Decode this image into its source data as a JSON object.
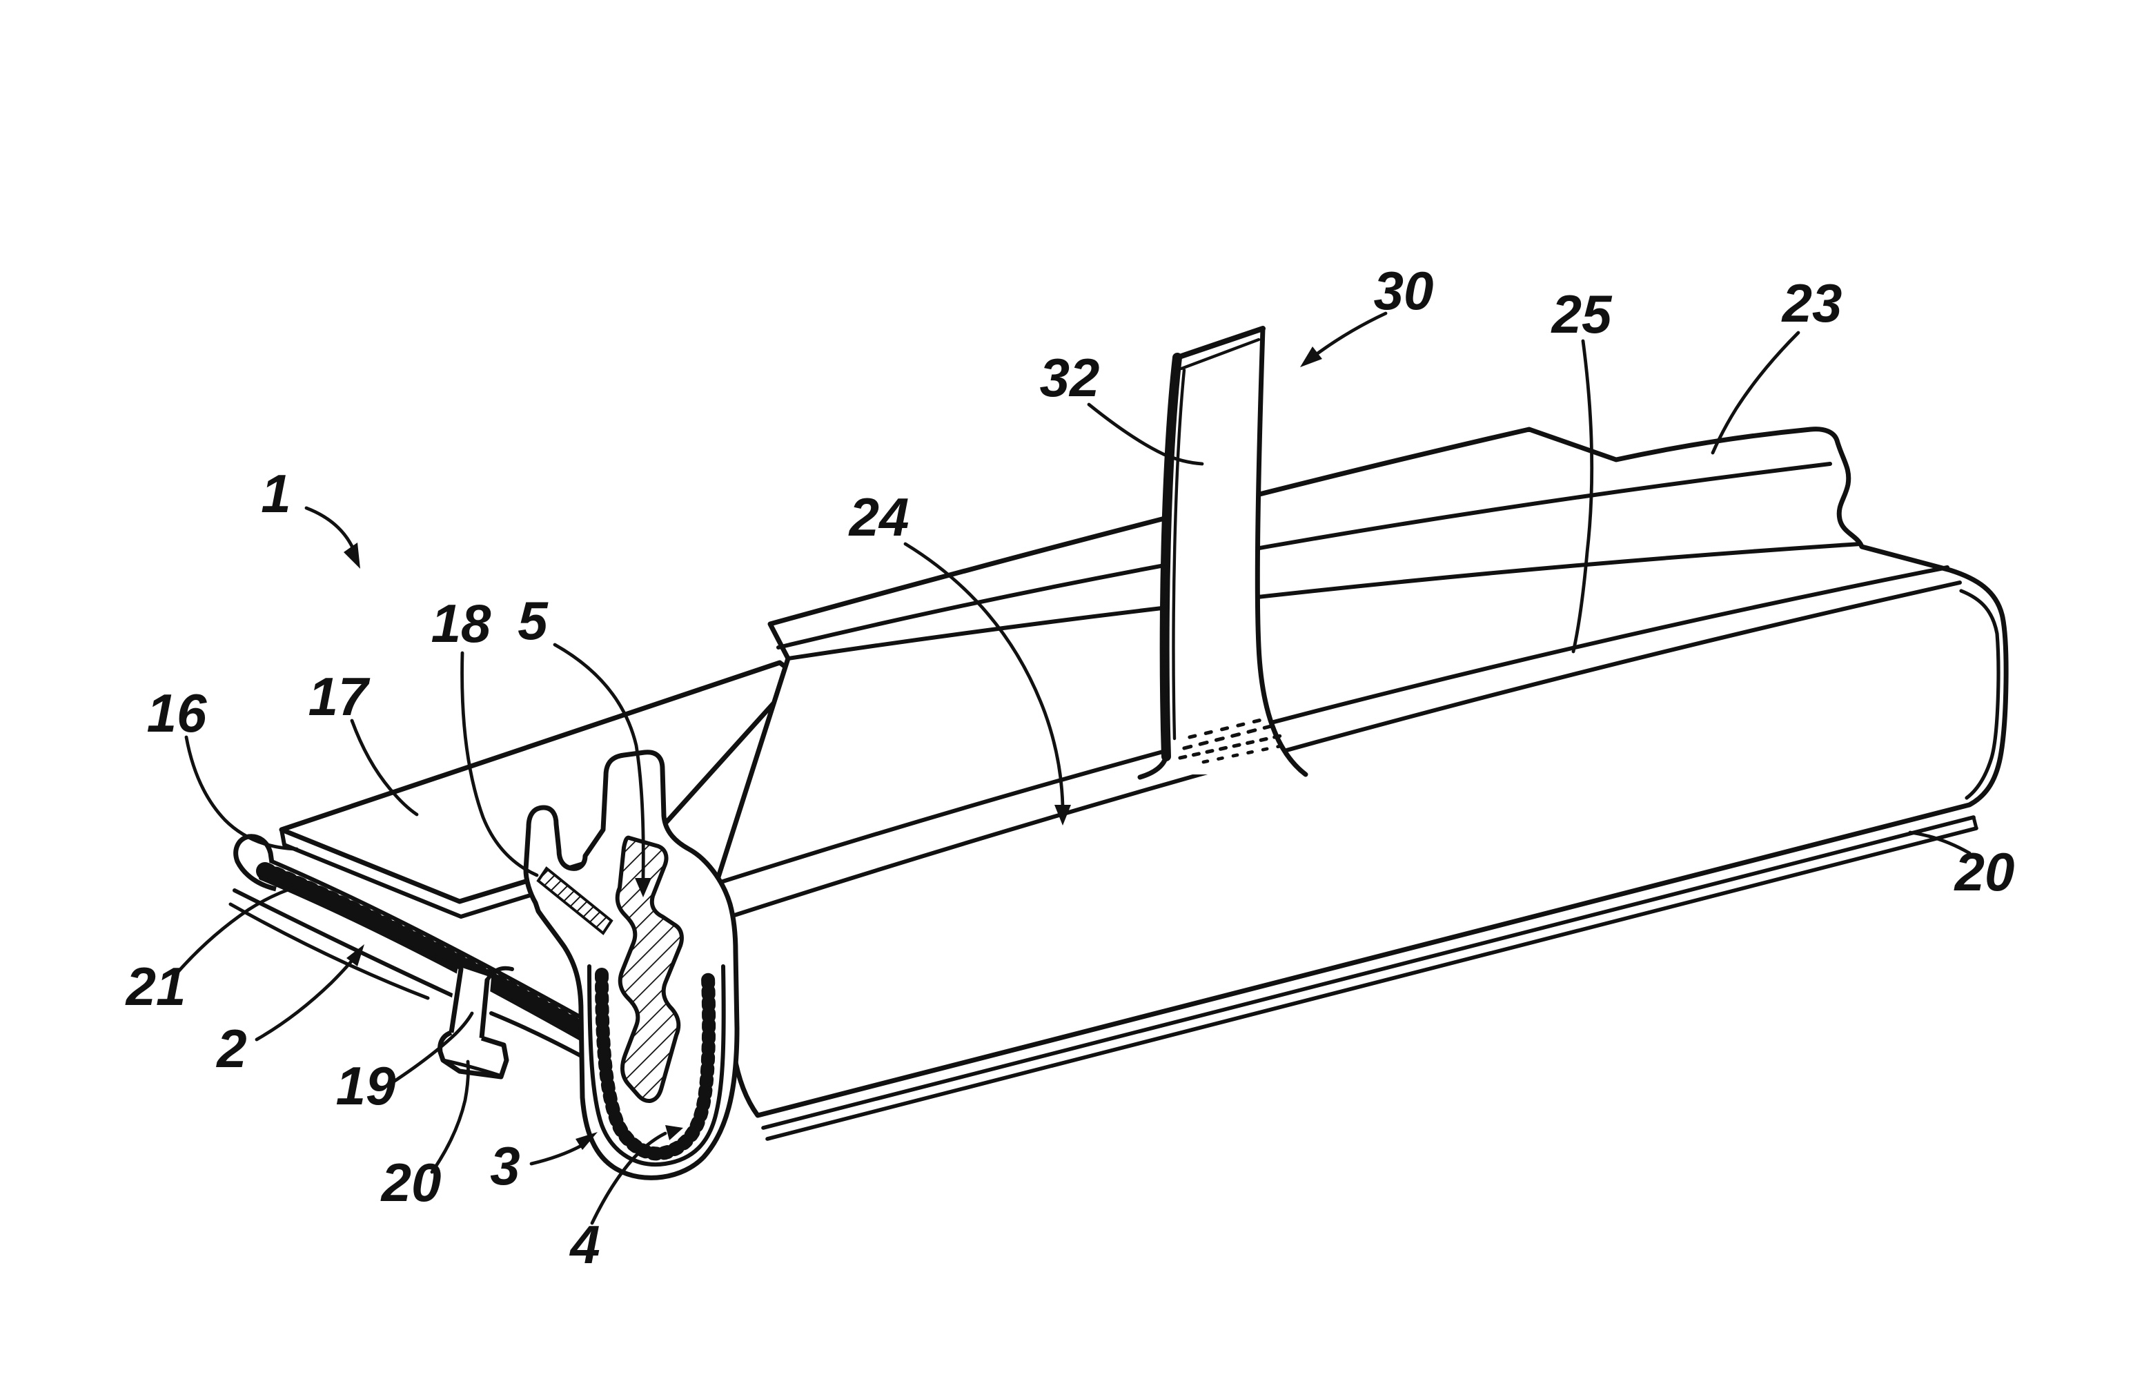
{
  "figure": {
    "kind": "patent-style perspective line drawing of an extruded sealing strip assembly",
    "paper_color": "#ffffff",
    "ink_color": "#111111",
    "labels": {
      "n1": "1",
      "n2": "2",
      "n3": "3",
      "n4": "4",
      "n5": "5",
      "n16": "16",
      "n17": "17",
      "n18": "18",
      "n19": "19",
      "n20a": "20",
      "n20b": "20",
      "n21": "21",
      "n23": "23",
      "n24": "24",
      "n25": "25",
      "n30": "30",
      "n32": "32"
    }
  }
}
